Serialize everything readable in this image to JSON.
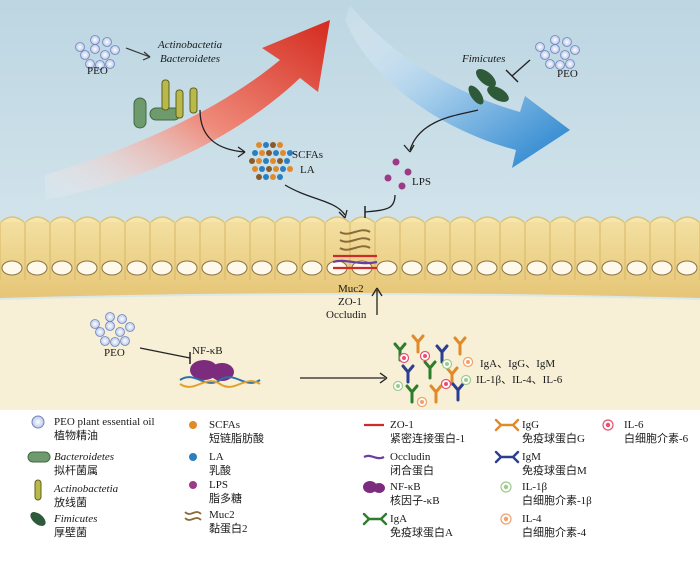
{
  "colors": {
    "lumen_top": "#c9dde6",
    "epithelium": "#e8cf88",
    "lamina": "#f7efd6",
    "red_arrow": "#d93a2b",
    "blue_arrow": "#2f8fd4",
    "zo1": "#cc2b2b",
    "occludin": "#6b3fa0",
    "nfkb": "#7d2c7d",
    "iga": "#2d7d2d",
    "igg": "#e08a2a",
    "igm": "#2a3f8f"
  },
  "top": {
    "peo_left": "PEO",
    "actino": "Actinobactetia",
    "bacteroidetes": "Bacteroidetes",
    "scfas": "SCFAs",
    "la": "LA",
    "lps": "LPS",
    "fimicutes": "Fimicutes",
    "peo_right": "PEO"
  },
  "junction": {
    "muc2": "Muc2",
    "zo1": "ZO-1",
    "occludin": "Occludin"
  },
  "lower": {
    "peo": "PEO",
    "nfkb": "NF-κB",
    "ig_line": "IgA、IgG、IgM",
    "il_line": "IL-1β、IL-4、IL-6"
  },
  "legend": [
    {
      "icon": "peo-cells-icon",
      "en": "PEO plant essential oil",
      "zh": "植物精油",
      "italic": false
    },
    {
      "icon": "bacteroidetes-icon",
      "en": "Bacteroidetes",
      "zh": "拟杆菌属",
      "italic": true
    },
    {
      "icon": "actinobactetia-icon",
      "en": "Actinobactetia",
      "zh": "放线菌",
      "italic": true
    },
    {
      "icon": "fimicutes-icon",
      "en": "Fimicutes",
      "zh": "厚壁菌",
      "italic": true
    },
    {
      "icon": "scfas-dot-icon",
      "en": "SCFAs",
      "zh": "短链脂肪酸",
      "italic": false
    },
    {
      "icon": "la-dot-icon",
      "en": "LA",
      "zh": "乳酸",
      "italic": false
    },
    {
      "icon": "lps-star-icon",
      "en": "LPS",
      "zh": "脂多糖",
      "italic": false
    },
    {
      "icon": "muc2-icon",
      "en": "Muc2",
      "zh": "黏蛋白2",
      "italic": false
    },
    {
      "icon": "zo1-icon",
      "en": "ZO-1",
      "zh": "紧密连接蛋白-1",
      "italic": false
    },
    {
      "icon": "occludin-icon",
      "en": "Occludin",
      "zh": "闭合蛋白",
      "italic": false
    },
    {
      "icon": "nfkb-icon",
      "en": "NF-κB",
      "zh": "核因子-κB",
      "italic": false
    },
    {
      "icon": "iga-icon",
      "en": "IgA",
      "zh": "免疫球蛋白A",
      "italic": false
    },
    {
      "icon": "igg-icon",
      "en": "IgG",
      "zh": "免疫球蛋白G",
      "italic": false
    },
    {
      "icon": "igm-icon",
      "en": "IgM",
      "zh": "免疫球蛋白M",
      "italic": false
    },
    {
      "icon": "il1b-icon",
      "en": "IL-1β",
      "zh": "白细胞介素-1β",
      "italic": false
    },
    {
      "icon": "il4-icon",
      "en": "IL-4",
      "zh": "白细胞介素-4",
      "italic": false
    },
    {
      "icon": "il6-icon",
      "en": "IL-6",
      "zh": "白细胞介素-6",
      "italic": false
    }
  ]
}
